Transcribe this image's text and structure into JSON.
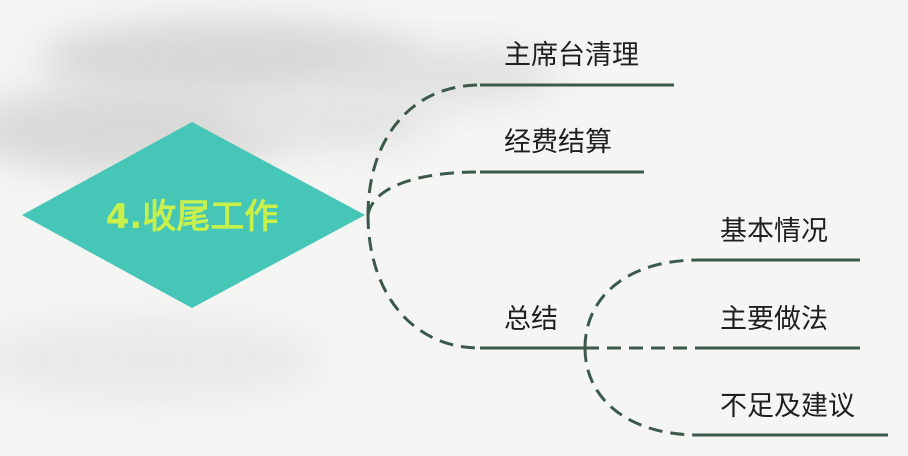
{
  "mindmap": {
    "root": {
      "label": "4.收尾工作",
      "color": "#45c6b6"
    },
    "branches": [
      {
        "label": "主席台清理"
      },
      {
        "label": "经费结算"
      },
      {
        "label": "总结",
        "children": [
          {
            "label": "基本情况"
          },
          {
            "label": "主要做法"
          },
          {
            "label": "不足及建议"
          }
        ]
      }
    ],
    "colors": {
      "connector": "#3c5a4a",
      "text": "#1f1f1f",
      "root_text": "#c8f04a",
      "background": "#f5f5f4"
    }
  }
}
